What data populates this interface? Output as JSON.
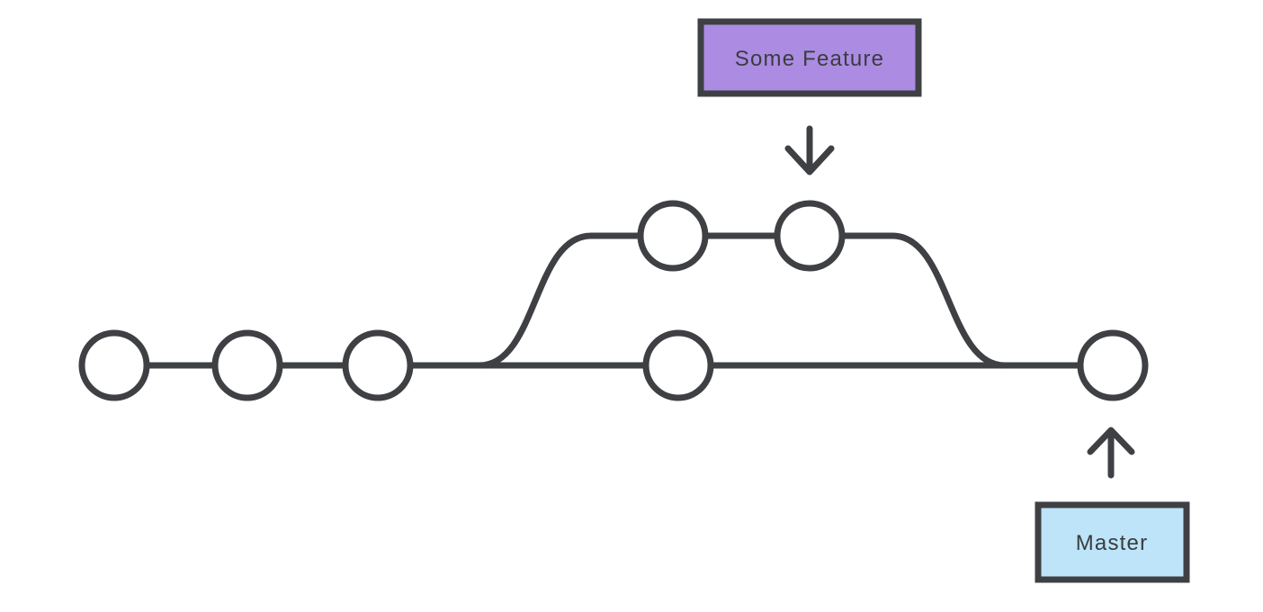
{
  "diagram": {
    "type": "git-branch-diagram",
    "background": "#FFFFFF",
    "branch_labels": {
      "feature": "Some Feature",
      "master": "Master"
    },
    "colors": {
      "line_stroke": "#3E4044",
      "commit_fill": "#FFFFFF",
      "head_commit_fill": "#55ABDE",
      "feature_box_fill": "#AB8CE2",
      "master_box_fill": "#BDE4F8",
      "label_text": "#3A3C3E"
    },
    "structure": {
      "master_commit_count": 5,
      "feature_commit_count": 2,
      "highlighted_commit": "master head (blue, rightmost)",
      "feature_arrow_direction": "down",
      "master_arrow_direction": "up"
    }
  }
}
